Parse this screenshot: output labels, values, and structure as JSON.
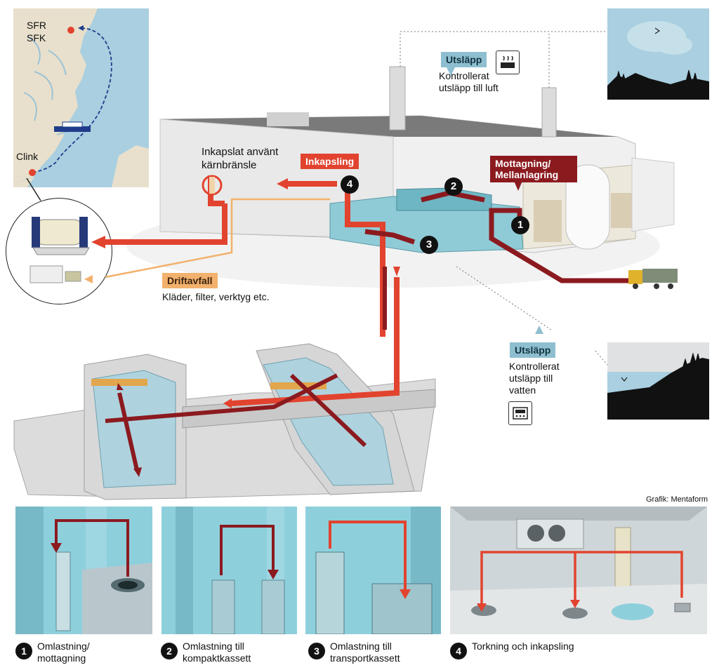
{
  "map": {
    "labels": {
      "sfr": "SFR",
      "sfk": "SFK",
      "clink": "Clink"
    }
  },
  "plant": {
    "encapsulated_fuel": "Inkapslat använt kärnbränsle",
    "encapsulation_tag": "Inkapsling",
    "reception_tag": "Mottagning/ Mellanlagring",
    "operational_waste_tag": "Driftavfall",
    "operational_waste_desc": "Kläder, filter, verktyg etc.",
    "markers": [
      "1",
      "2",
      "3",
      "4"
    ]
  },
  "emission_air": {
    "tag": "Utsläpp",
    "desc": "Kontrollerat utsläpp till luft",
    "icon": "air-filter-icon"
  },
  "emission_water": {
    "tag": "Utsläpp",
    "desc": "Kontrollerat utsläpp till vatten",
    "icon": "water-meter-icon"
  },
  "credit": "Grafik: Mentaform",
  "steps": [
    {
      "num": "1",
      "label": "Omlastning/ mottagning"
    },
    {
      "num": "2",
      "label": "Omlastning till kompaktkassett"
    },
    {
      "num": "3",
      "label": "Omlastning till transportkassett"
    },
    {
      "num": "4",
      "label": "Torkning och inkapsling"
    }
  ],
  "colors": {
    "red": "#e2432f",
    "dark_red": "#8b1a1f",
    "orange": "#f2b16c",
    "water": "#8ecfdc",
    "sea": "#a9cfe0",
    "land": "#e8e0cc"
  }
}
